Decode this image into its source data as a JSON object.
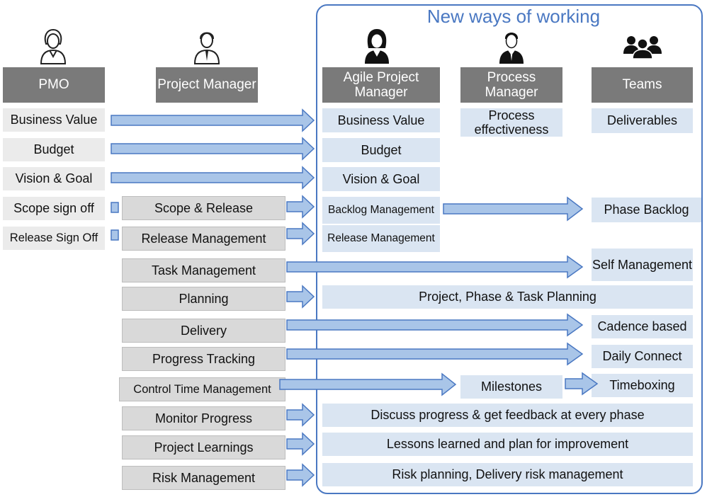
{
  "title": "New ways of working",
  "headers": {
    "pmo": "PMO",
    "project_manager": "Project Manager",
    "agile_pm": "Agile Project Manager",
    "process_manager": "Process Manager",
    "teams": "Teams"
  },
  "pmo_items": [
    "Business Value",
    "Budget",
    "Vision & Goal",
    "Scope sign off",
    "Release Sign Off"
  ],
  "pm_items": [
    "Scope & Release",
    "Release Management",
    "Task Management",
    "Planning",
    "Delivery",
    "Progress Tracking",
    "Control Time Management",
    "Monitor Progress",
    "Project Learnings",
    "Risk Management"
  ],
  "agile_items": [
    "Business Value",
    "Budget",
    "Vision & Goal",
    "Backlog Management",
    "Release Management"
  ],
  "process_items": [
    "Process effectiveness",
    "Milestones"
  ],
  "team_items": [
    "Deliverables",
    "Phase Backlog",
    "Self Management",
    "Cadence based",
    "Daily Connect",
    "Timeboxing"
  ],
  "wide_items": [
    "Project, Phase & Task Planning",
    "Discuss progress & get feedback at every phase",
    "Lessons learned and plan for improvement",
    "Risk planning, Delivery risk management"
  ],
  "colors": {
    "header": "#7a7a7a",
    "frame": "#4a78c2",
    "arrow_fill": "#a9c5e8",
    "arrow_stroke": "#4a78c2"
  }
}
